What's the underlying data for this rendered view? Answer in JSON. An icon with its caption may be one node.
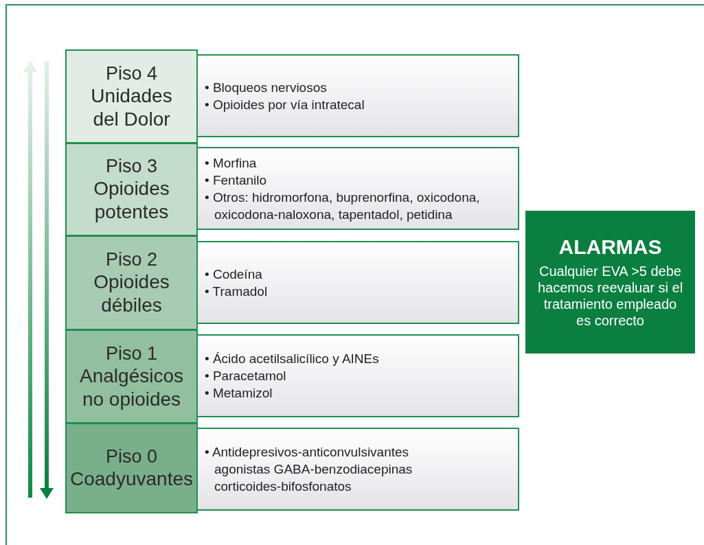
{
  "diagram": {
    "nodes": [
      {
        "text": [
          "Piso 4",
          "Unidades del Dolor"
        ]
      },
      {
        "text": [
          "• Bloqueos nerviosos",
          "• Opioides por vía intratecal"
        ]
      },
      {
        "text": [
          "Piso 3",
          "Opioides potentes"
        ]
      },
      {
        "text": [
          "• Morfina",
          "• Fentanilo",
          "• Otros: hidromorfona, buprenorfina, oxicodona, oxicodona-naloxona, tapentadol, petidina"
        ]
      },
      {
        "text": [
          "Piso 2",
          "Opioides débiles"
        ]
      },
      {
        "text": [
          "• Codeína",
          "• Tramadol"
        ]
      },
      {
        "text": [
          "Piso 1",
          "Analgésicos no opioides"
        ]
      },
      {
        "text": [
          "• Ácido acetilsalicílico y AINEs",
          "• Paracetamol",
          "• Metamizol"
        ]
      },
      {
        "text": [
          "Piso 0",
          "Coadyuvantes"
        ]
      },
      {
        "text": [
          "• Antidepresivos-anticonvulsivantes agonistas GABA-benzodiacepinas corticoides-bifosfonatos"
        ]
      },
      {
        "text": [
          "ALARMAS",
          "Cualquier EVA >5 debe hacemos reevaluar si el tratamiento empleado es correcto"
        ]
      }
    ]
  }
}
